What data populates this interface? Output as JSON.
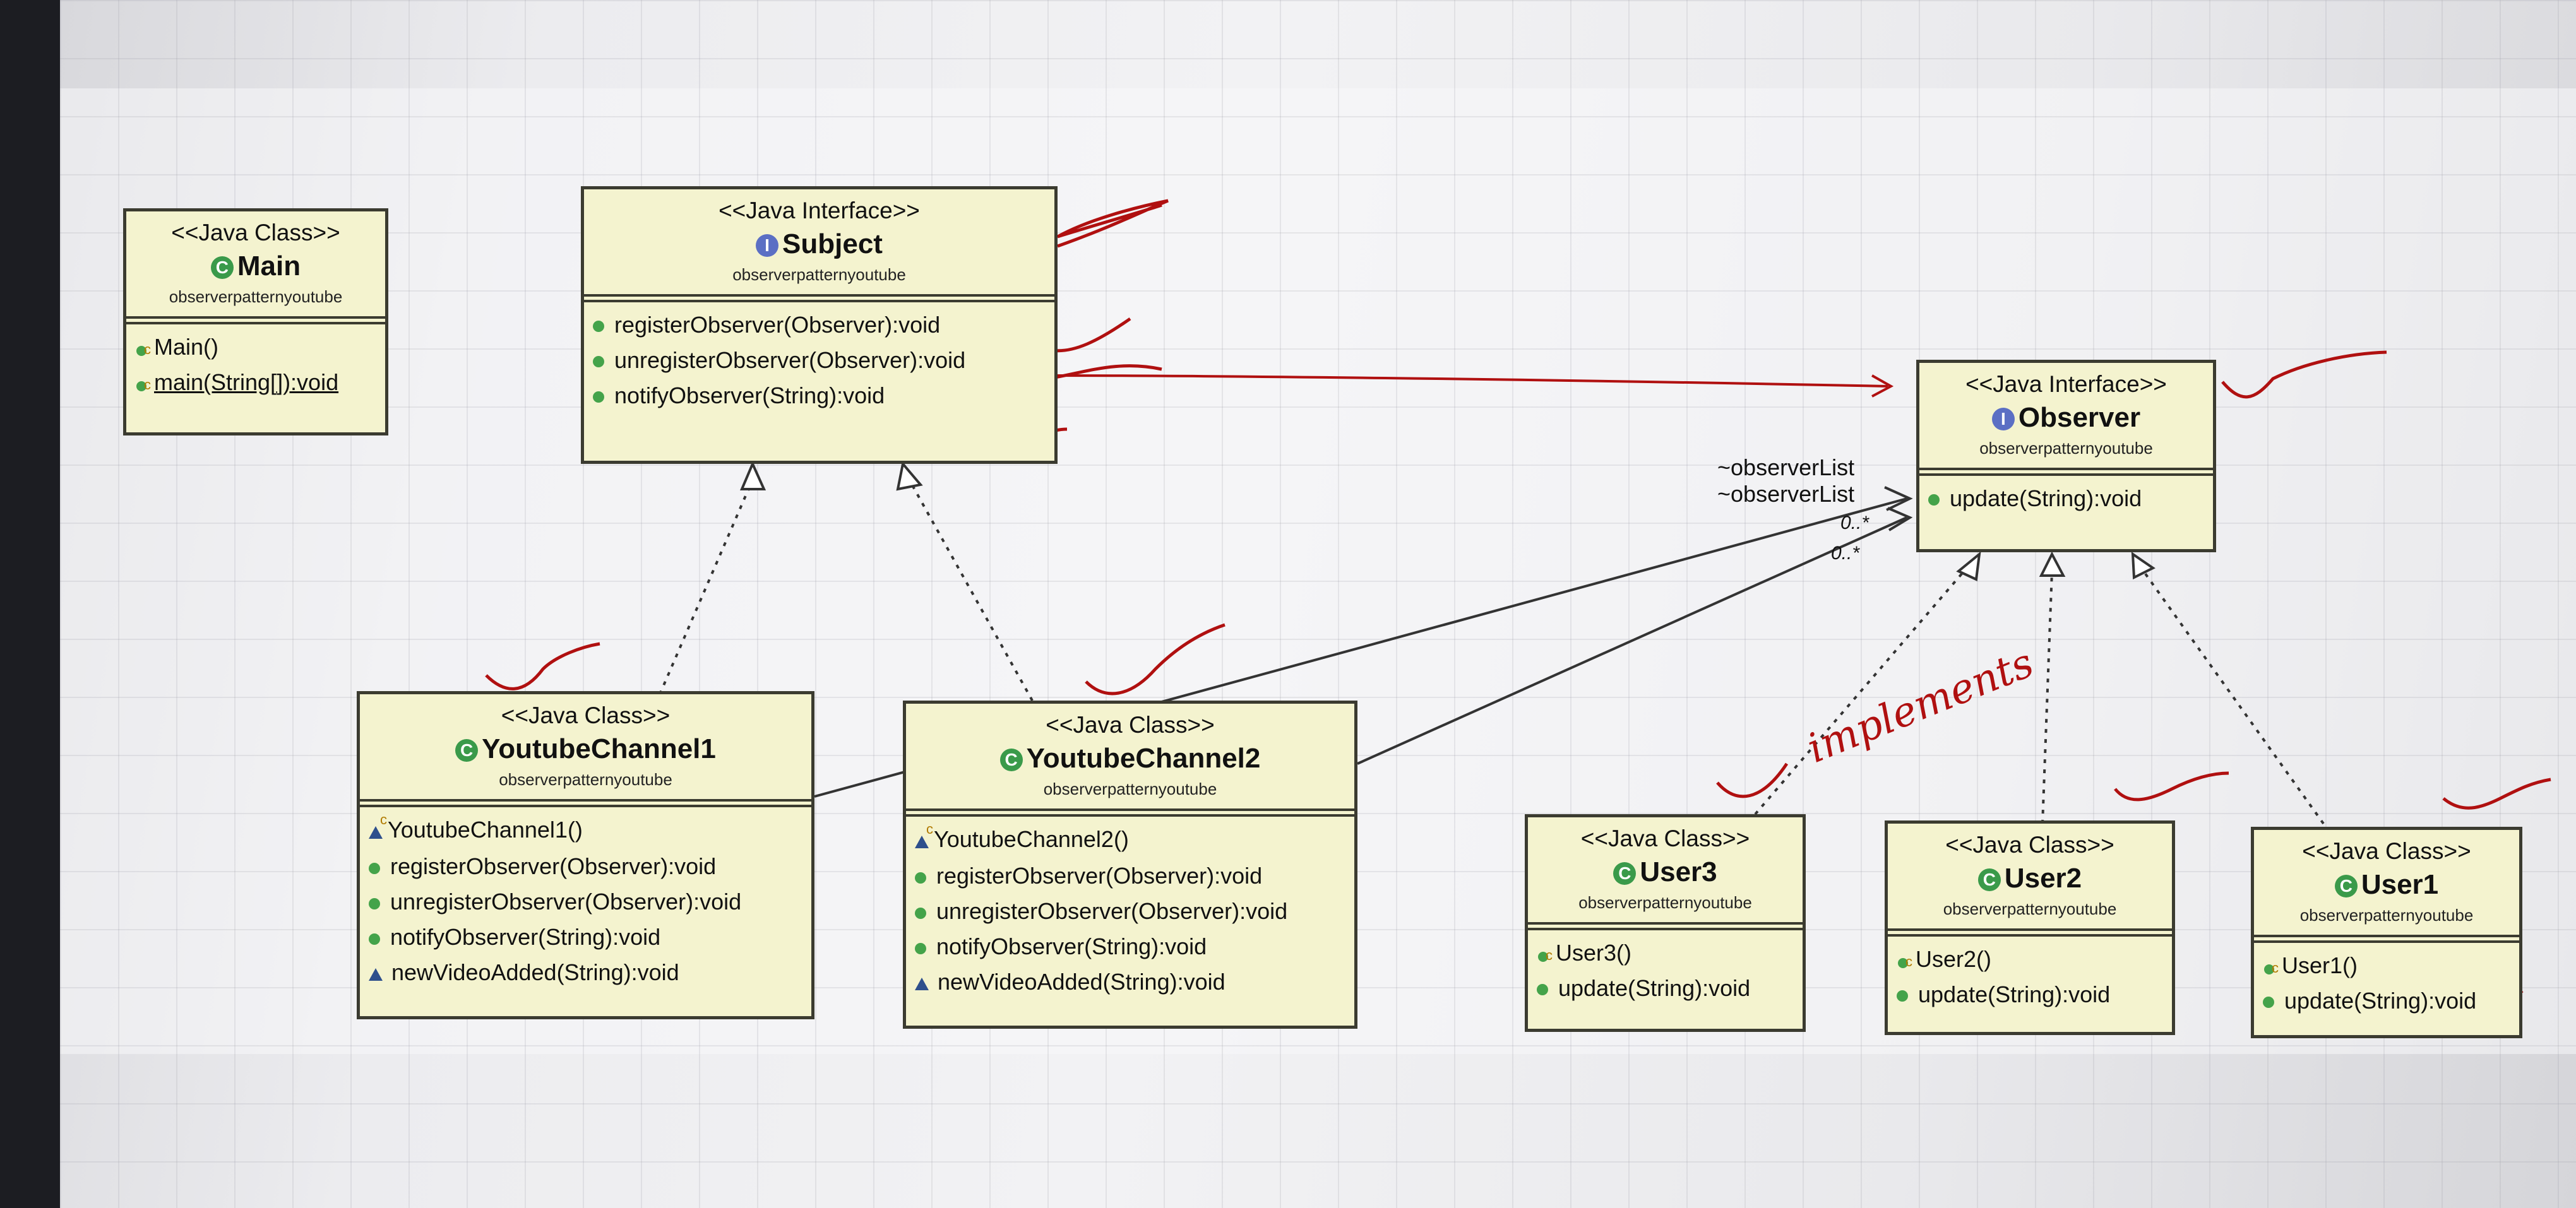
{
  "diagram": {
    "classes": [
      {
        "id": "main",
        "stereotype": "<<Java Class>>",
        "kind_icon": "C",
        "name": "Main",
        "package": "observerpatternyoutube",
        "members": [
          "Main()",
          "main(String[]):void"
        ]
      },
      {
        "id": "subject",
        "stereotype": "<<Java Interface>>",
        "kind_icon": "I",
        "name": "Subject",
        "package": "observerpatternyoutube",
        "members": [
          "registerObserver(Observer):void",
          "unregisterObserver(Observer):void",
          "notifyObserver(String):void"
        ]
      },
      {
        "id": "observer",
        "stereotype": "<<Java Interface>>",
        "kind_icon": "I",
        "name": "Observer",
        "package": "observerpatternyoutube",
        "members": [
          "update(String):void"
        ]
      },
      {
        "id": "yc1",
        "stereotype": "<<Java Class>>",
        "kind_icon": "C",
        "name": "YoutubeChannel1",
        "package": "observerpatternyoutube",
        "members": [
          "YoutubeChannel1()",
          "registerObserver(Observer):void",
          "unregisterObserver(Observer):void",
          "notifyObserver(String):void",
          "newVideoAdded(String):void"
        ]
      },
      {
        "id": "yc2",
        "stereotype": "<<Java Class>>",
        "kind_icon": "C",
        "name": "YoutubeChannel2",
        "package": "observerpatternyoutube",
        "members": [
          "YoutubeChannel2()",
          "registerObserver(Observer):void",
          "unregisterObserver(Observer):void",
          "notifyObserver(String):void",
          "newVideoAdded(String):void"
        ]
      },
      {
        "id": "user3",
        "stereotype": "<<Java Class>>",
        "kind_icon": "C",
        "name": "User3",
        "package": "observerpatternyoutube",
        "members": [
          "User3()",
          "update(String):void"
        ]
      },
      {
        "id": "user2",
        "stereotype": "<<Java Class>>",
        "kind_icon": "C",
        "name": "User2",
        "package": "observerpatternyoutube",
        "members": [
          "User2()",
          "update(String):void"
        ]
      },
      {
        "id": "user1",
        "stereotype": "<<Java Class>>",
        "kind_icon": "C",
        "name": "User1",
        "package": "observerpatternyoutube",
        "members": [
          "User1()",
          "update(String):void"
        ]
      }
    ],
    "associations": {
      "role_1": "~observerList",
      "role_2": "~observerList",
      "multiplicity_1": "0..*",
      "multiplicity_2": "0..*"
    },
    "handwritten_note": "implements",
    "colors": {
      "class_fill": "#f4f3cf",
      "border": "#3b3b30",
      "class_icon": "#3a9a4a",
      "interface_icon": "#5b6fc4",
      "red_ink": "#b01010"
    }
  }
}
